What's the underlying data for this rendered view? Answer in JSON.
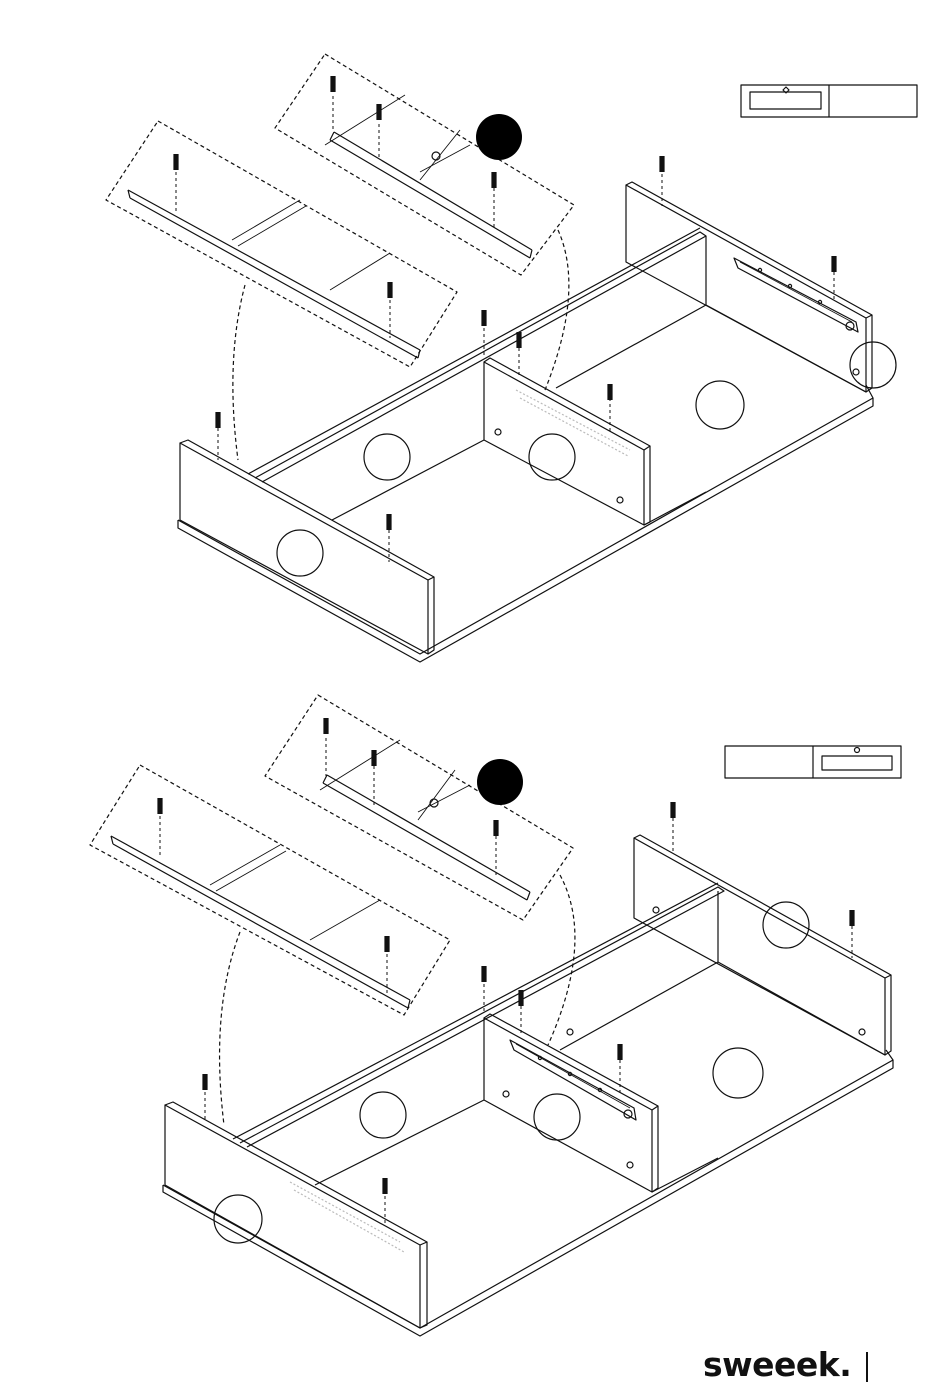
{
  "brand": {
    "name": "sweeek."
  },
  "colors": {
    "line": "#111111",
    "badge_fill": "#000000",
    "background": "#ffffff"
  },
  "steps": [
    {
      "name": "step-upper",
      "step_badge": "",
      "orientation": "left-panel-highlight"
    },
    {
      "name": "step-lower",
      "step_badge": "",
      "orientation": "right-panel-highlight"
    }
  ]
}
